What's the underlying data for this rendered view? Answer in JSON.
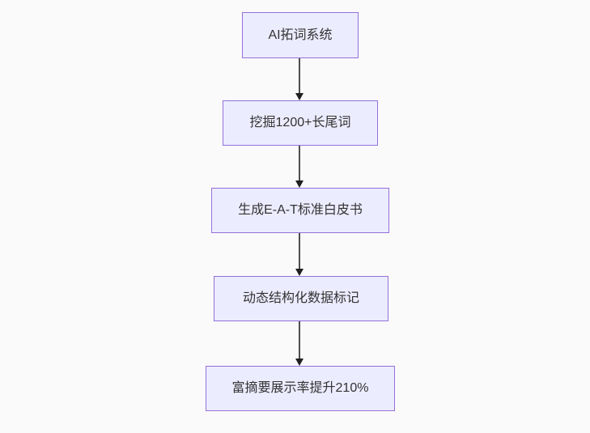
{
  "flowchart": {
    "type": "flowchart",
    "direction": "top-down",
    "nodes": [
      {
        "id": "n1",
        "label": "AI拓词系统"
      },
      {
        "id": "n2",
        "label": "挖掘1200+长尾词"
      },
      {
        "id": "n3",
        "label": "生成E-A-T标准白皮书"
      },
      {
        "id": "n4",
        "label": "动态结构化数据标记"
      },
      {
        "id": "n5",
        "label": "富摘要展示率提升210%"
      }
    ],
    "edges": [
      {
        "from": "n1",
        "to": "n2",
        "style": "arrow-down"
      },
      {
        "from": "n2",
        "to": "n3",
        "style": "arrow-down"
      },
      {
        "from": "n3",
        "to": "n4",
        "style": "arrow-down"
      },
      {
        "from": "n4",
        "to": "n5",
        "style": "arrow-down"
      }
    ],
    "colors": {
      "node_fill": "#ECECFF",
      "node_border": "#9370DB",
      "edge_line": "#4d4d4d",
      "arrowhead": "#1f1f1f",
      "text": "#333333",
      "background": "#fafafa"
    }
  }
}
